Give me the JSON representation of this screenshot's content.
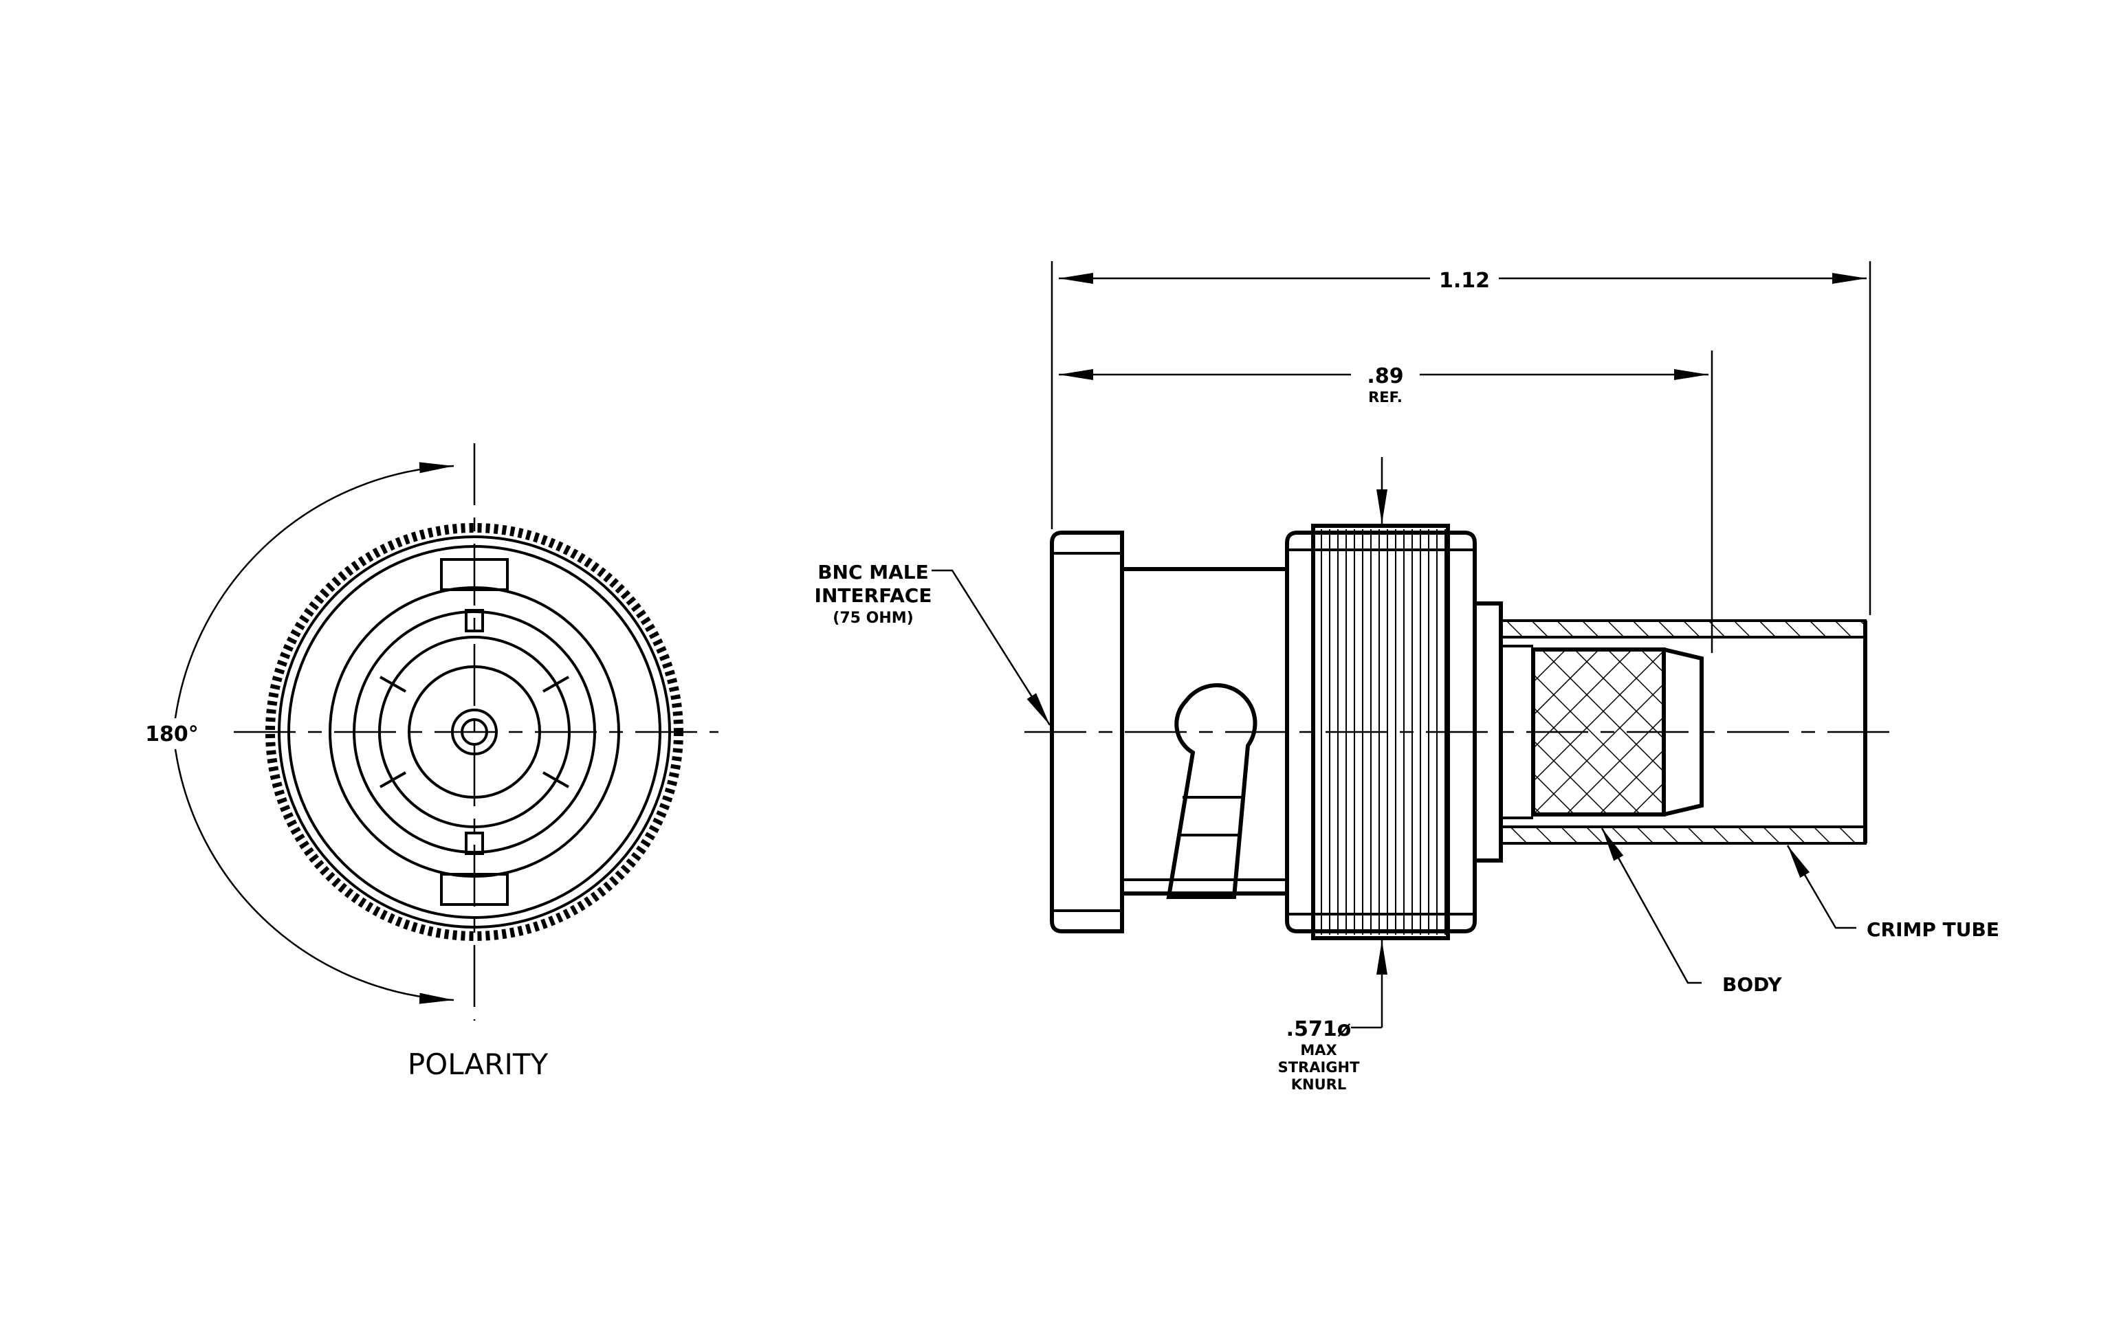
{
  "colors": {
    "line": "#000000",
    "background": "#ffffff"
  },
  "end_view": {
    "angle_label": "180°",
    "caption": "POLARITY"
  },
  "side_view": {
    "overall_length": "1.12",
    "reference_length": ".89",
    "reference_note": "REF.",
    "interface_label": [
      "BNC MALE",
      "INTERFACE",
      "(75 OHM)"
    ],
    "knurl_dimension": ".571ø",
    "knurl_note": [
      "MAX",
      "STRAIGHT",
      "KNURL"
    ],
    "body_label": "BODY",
    "crimp_tube_label": "CRIMP TUBE"
  }
}
